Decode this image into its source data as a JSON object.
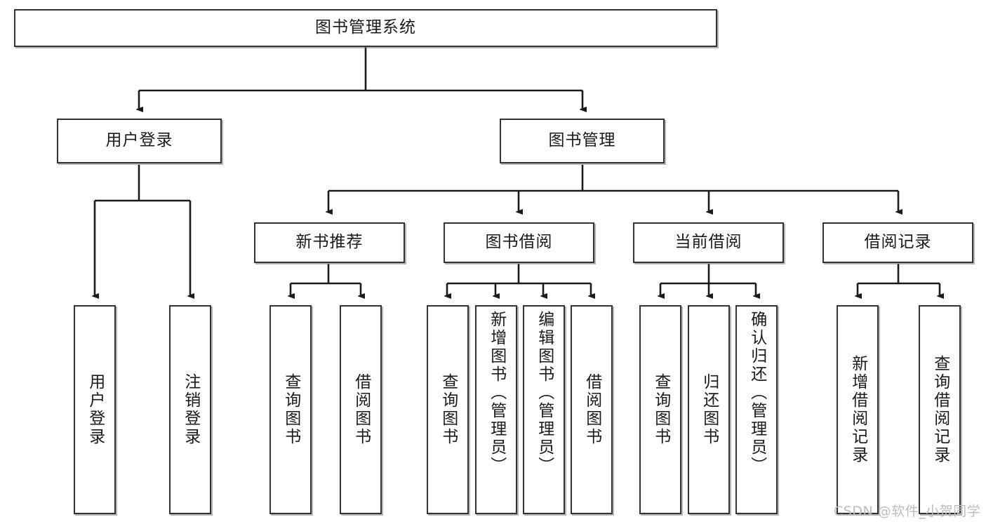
{
  "diagram": {
    "title": "图书管理系统",
    "type": "tree",
    "watermark": "CSDN @软件_小贺同学",
    "colors": {
      "box_border": "#333333",
      "box_fill": "#ffffff",
      "edge": "#1a1a1a",
      "watermark": "#b9bcc0"
    },
    "root": {
      "label": "图书管理系统"
    },
    "level2": [
      {
        "label": "用户登录"
      },
      {
        "label": "图书管理"
      }
    ],
    "level3": [
      {
        "label": "新书推荐"
      },
      {
        "label": "图书借阅"
      },
      {
        "label": "当前借阅"
      },
      {
        "label": "借阅记录"
      }
    ],
    "leaves": {
      "user_login": [
        {
          "label": "用户登录"
        },
        {
          "label": "注销登录"
        }
      ],
      "new_book_recommend": [
        {
          "label": "查询图书"
        },
        {
          "label": "借阅图书"
        }
      ],
      "book_borrow": [
        {
          "label": "查询图书"
        },
        {
          "label": "新增图书（管理员）"
        },
        {
          "label": "编辑图书（管理员）"
        },
        {
          "label": "借阅图书"
        }
      ],
      "current_borrow": [
        {
          "label": "查询图书"
        },
        {
          "label": "归还图书"
        },
        {
          "label": "确认归还（管理员）"
        }
      ],
      "borrow_record": [
        {
          "label": "新增借阅记录"
        },
        {
          "label": "查询借阅记录"
        }
      ]
    }
  }
}
